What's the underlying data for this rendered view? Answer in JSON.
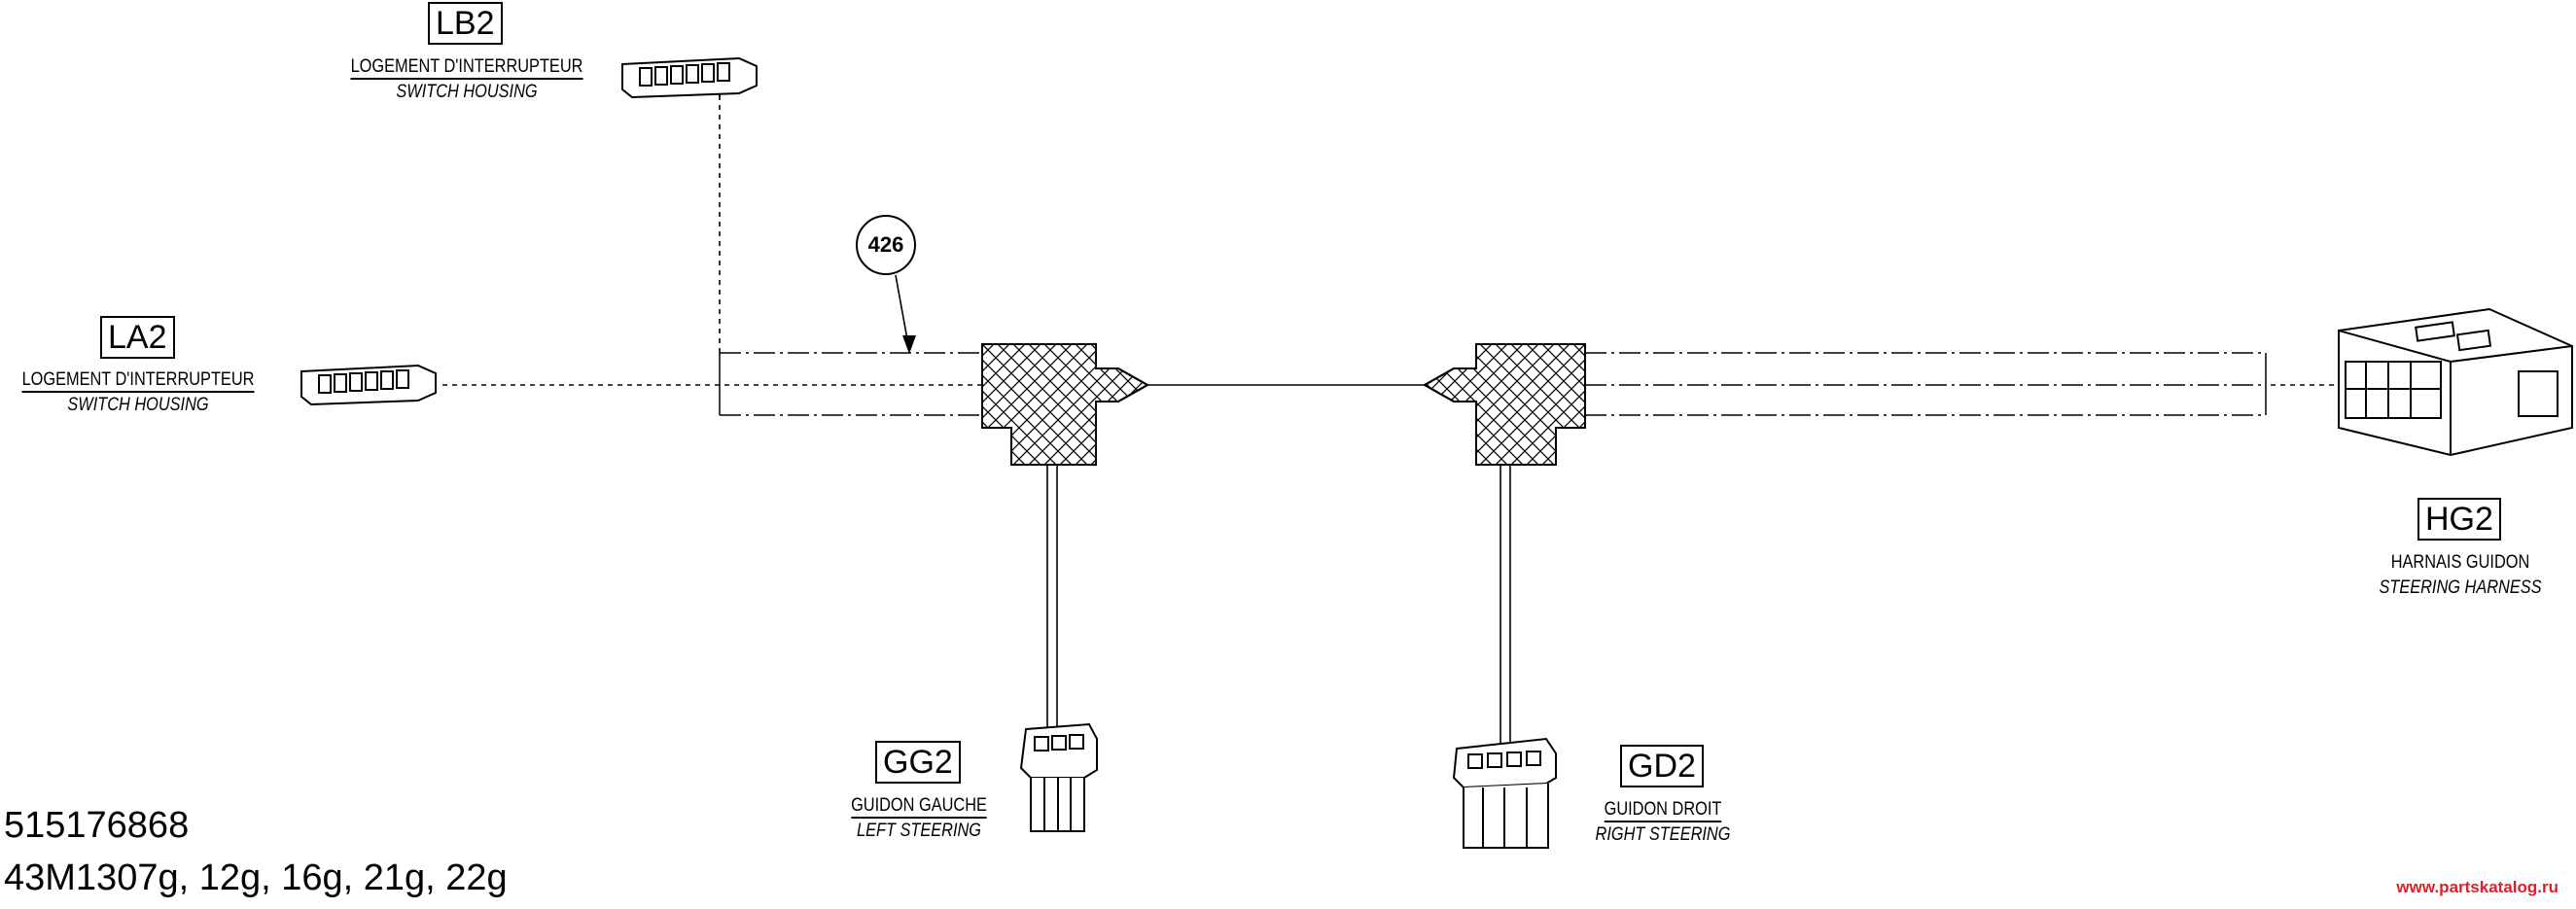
{
  "callout": {
    "part_number": "426"
  },
  "connectors": {
    "lb2": {
      "code": "LB2",
      "label_fr": "LOGEMENT D'INTERRUPTEUR",
      "label_en": "SWITCH HOUSING"
    },
    "la2": {
      "code": "LA2",
      "label_fr": "LOGEMENT D'INTERRUPTEUR",
      "label_en": "SWITCH HOUSING"
    },
    "hg2": {
      "code": "HG2",
      "label_fr": "HARNAIS GUIDON",
      "label_en": "STEERING HARNESS"
    },
    "gg2": {
      "code": "GG2",
      "label_fr": "GUIDON GAUCHE",
      "label_en": "LEFT STEERING"
    },
    "gd2": {
      "code": "GD2",
      "label_fr": "GUIDON DROIT",
      "label_en": "RIGHT STEERING"
    }
  },
  "document": {
    "number": "515176868",
    "models": "43M1307g, 12g, 16g, 21g, 22g"
  },
  "watermark": "www.partskatalog.ru",
  "colors": {
    "line": "#000000",
    "watermark": "#e41e26"
  }
}
